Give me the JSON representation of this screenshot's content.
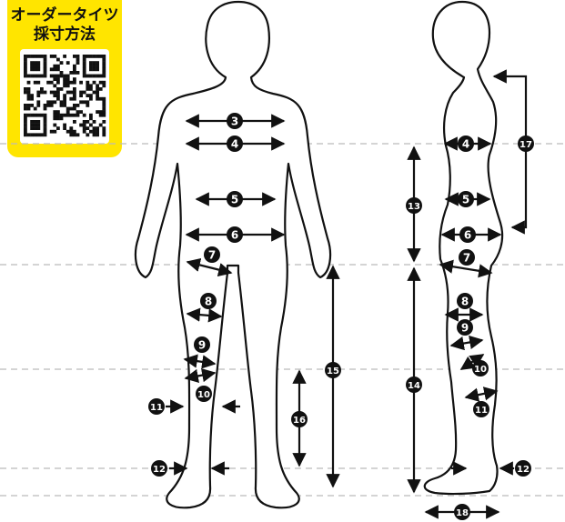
{
  "badge": {
    "title_line1": "オーダータイツ",
    "title_line2": "採寸方法",
    "background": "#FFE500",
    "qr_icon": "qr-code-icon"
  },
  "markers": {
    "m3": "3",
    "m4": "4",
    "m5": "5",
    "m6": "6",
    "m7": "7",
    "m8": "8",
    "m9": "9",
    "m10": "10",
    "m11": "11",
    "m12": "12",
    "m13": "13",
    "m14": "14",
    "m15": "15",
    "m16": "16",
    "m17": "17",
    "m18": "18"
  },
  "colors": {
    "ink": "#111111",
    "guide": "#BBBBBB",
    "accent": "#FFE500"
  }
}
